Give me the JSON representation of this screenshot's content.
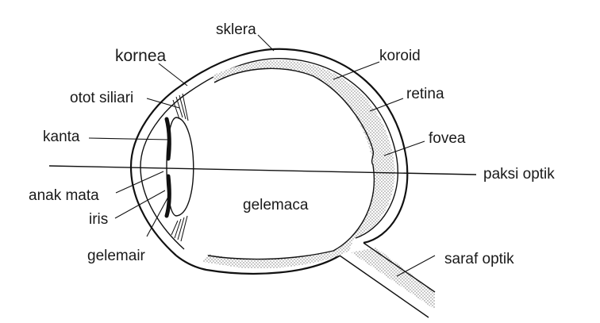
{
  "labels": {
    "sklera": "sklera",
    "kornea": "kornea",
    "koroid": "koroid",
    "otot_siliari": "otot siliari",
    "retina": "retina",
    "kanta": "kanta",
    "fovea": "fovea",
    "paksi_optik": "paksi optik",
    "anak_mata": "anak mata",
    "gelemaca": "gelemaca",
    "iris": "iris",
    "gelemair": "gelemair",
    "saraf_optik": "saraf optik"
  },
  "colors": {
    "ink": "#111111",
    "stipple": "#9a9a9a",
    "background": "#ffffff"
  }
}
